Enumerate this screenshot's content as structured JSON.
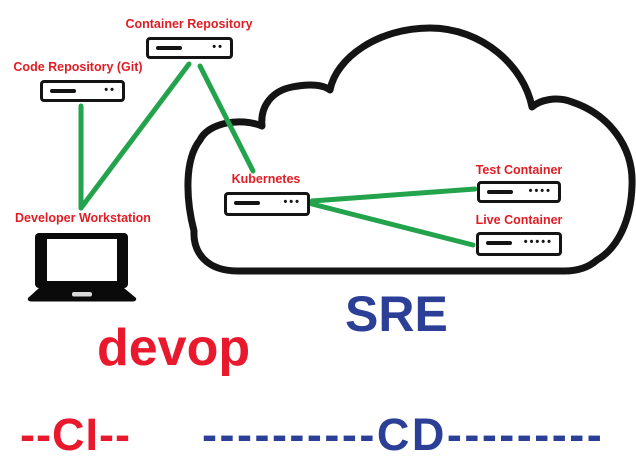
{
  "title": "CI/CD DevOps pipeline diagram",
  "colors": {
    "node_label_red": "#df1d24",
    "connector_green": "#23a34b",
    "cloud_outline_black": "#141414",
    "annotation_red": "#e8192c",
    "annotation_blue": "#2b3f97"
  },
  "nodes": [
    {
      "id": "container-repository",
      "label": "Container Repository",
      "type": "server",
      "dots": "2",
      "dots_glyph": "••"
    },
    {
      "id": "code-repository",
      "label": "Code Repository (Git)",
      "type": "server",
      "dots": "2",
      "dots_glyph": "••"
    },
    {
      "id": "kubernetes",
      "label": "Kubernetes",
      "type": "server",
      "dots": "3",
      "dots_glyph": "•••"
    },
    {
      "id": "test-container",
      "label": "Test Container",
      "type": "server",
      "dots": "4",
      "dots_glyph": "••••"
    },
    {
      "id": "live-container",
      "label": "Live Container",
      "type": "server",
      "dots": "5",
      "dots_glyph": "•••••"
    },
    {
      "id": "developer-workstation",
      "label": "Developer Workstation",
      "type": "laptop"
    }
  ],
  "edges": [
    {
      "from": "code-repository",
      "to": "developer-workstation"
    },
    {
      "from": "developer-workstation",
      "to": "container-repository"
    },
    {
      "from": "container-repository",
      "to": "kubernetes"
    },
    {
      "from": "kubernetes",
      "to": "test-container"
    },
    {
      "from": "kubernetes",
      "to": "live-container"
    }
  ],
  "cloud": {
    "label": "cloud",
    "contains": [
      "kubernetes",
      "test-container",
      "live-container"
    ]
  },
  "annotations": {
    "team_left": "devop",
    "team_right": "SRE",
    "stage_left": "--CI--",
    "stage_right": "----------CD---------"
  }
}
